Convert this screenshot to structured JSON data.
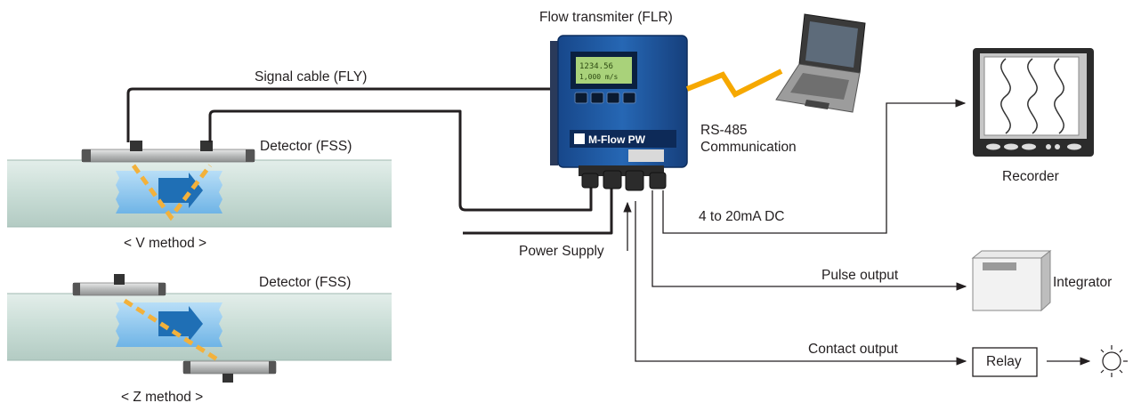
{
  "labels": {
    "flow_transmitter": "Flow transmiter (FLR)",
    "signal_cable": "Signal cable (FLY)",
    "detector_v": "Detector (FSS)",
    "detector_z": "Detector (FSS)",
    "v_method": "< V method >",
    "z_method": "< Z method >",
    "rs485_line1": "RS-485",
    "rs485_line2": "Communication",
    "recorder": "Recorder",
    "analog_output": "4 to 20mA DC",
    "power_supply": "Power Supply",
    "pulse_output": "Pulse output",
    "integrator": "Integrator",
    "contact_output": "Contact output",
    "relay": "Relay"
  },
  "device": {
    "brand": "M-Flow PW",
    "lcd_line1": "1234.56",
    "lcd_line2": "1,000 m/s"
  },
  "colors": {
    "pipe": "#c9ddd6",
    "flow": "#8fc9ee",
    "flow_arrow": "#1f6fb5",
    "ultrasonic_path": "#f3b13b",
    "rs485_link": "#f6a800",
    "transmitter_body": "#1c56a0",
    "cable": "#231f20",
    "rail": "#c4c6c6"
  },
  "icons": [
    "laptop-icon",
    "recorder-icon",
    "integrator-icon",
    "lamp-icon"
  ]
}
